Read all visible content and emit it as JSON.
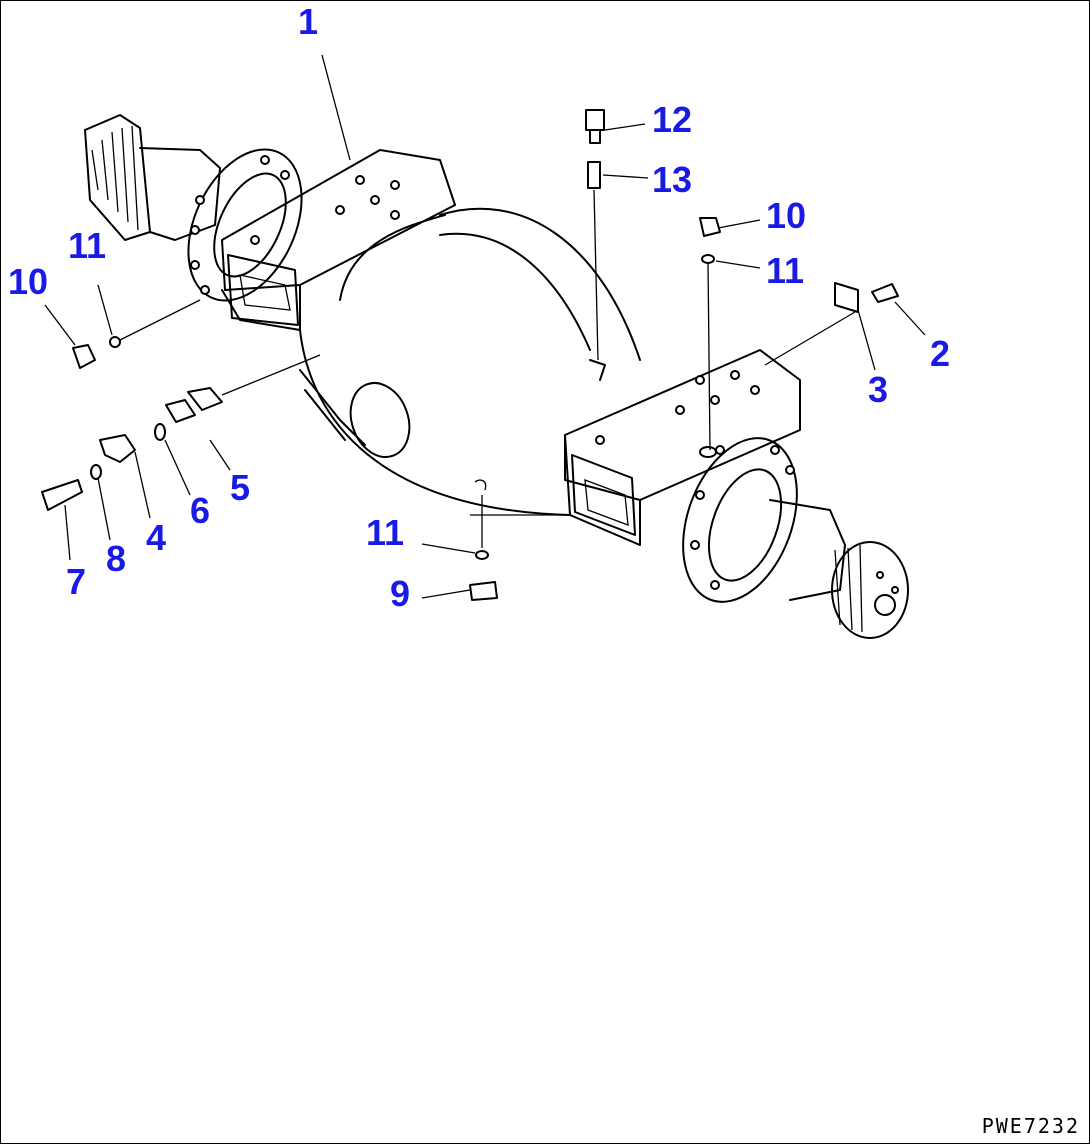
{
  "drawing_code": "PWE7232",
  "callouts": {
    "c1": "1",
    "c2": "2",
    "c3": "3",
    "c4": "4",
    "c5": "5",
    "c6": "6",
    "c7": "7",
    "c8": "8",
    "c9": "9",
    "c10a": "10",
    "c10b": "10",
    "c11a": "11",
    "c11b": "11",
    "c11c": "11",
    "c12": "12",
    "c13": "13"
  },
  "colors": {
    "callout": "#1a1ae6",
    "line": "#000000"
  }
}
